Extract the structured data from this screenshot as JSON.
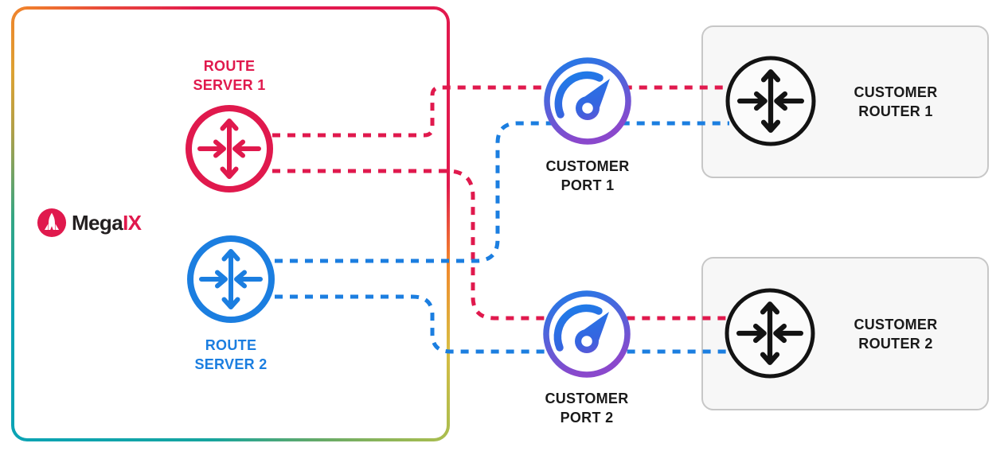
{
  "logo": {
    "icon": "rocket-icon",
    "text_black": "Mega",
    "text_accent": "IX"
  },
  "nodes": {
    "route_server_1": {
      "line1": "ROUTE",
      "line2": "SERVER 1"
    },
    "route_server_2": {
      "line1": "ROUTE",
      "line2": "SERVER 2"
    },
    "customer_port_1": {
      "line1": "CUSTOMER",
      "line2": "PORT 1"
    },
    "customer_port_2": {
      "line1": "CUSTOMER",
      "line2": "PORT 2"
    },
    "customer_router_1": {
      "line1": "CUSTOMER",
      "line2": "ROUTER 1"
    },
    "customer_router_2": {
      "line1": "CUSTOMER",
      "line2": "ROUTER 2"
    }
  },
  "connections": [
    {
      "from": "route-server-1",
      "via": "customer-port-1",
      "to": "customer-router-1",
      "color": "#E0194D",
      "style": "dashed"
    },
    {
      "from": "route-server-1",
      "via": "customer-port-2",
      "to": "customer-router-2",
      "color": "#E0194D",
      "style": "dashed"
    },
    {
      "from": "route-server-2",
      "via": "customer-port-1",
      "to": "customer-router-1",
      "color": "#1B7EE0",
      "style": "dashed"
    },
    {
      "from": "route-server-2",
      "via": "customer-port-2",
      "to": "customer-router-2",
      "color": "#1B7EE0",
      "style": "dashed"
    }
  ],
  "colors": {
    "crimson": "#E0194D",
    "blue": "#1B7EE0",
    "port_gradient_start": "#1E7CE8",
    "port_gradient_end": "#8A48CC",
    "router_black": "#131313",
    "router_box_fill": "#F7F7F7",
    "router_box_border": "#C7C7C7",
    "border_orange": "#F0812C",
    "border_teal": "#0BA3B4",
    "border_yellow_green": "#A9BD4F"
  }
}
